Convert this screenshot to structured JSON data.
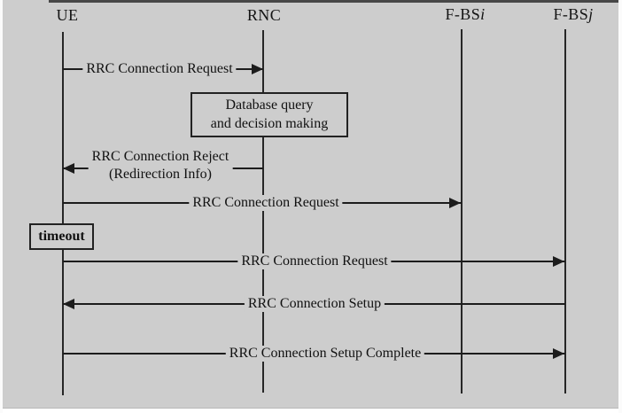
{
  "figure": {
    "type": "sequence-diagram",
    "colors": {
      "background": "#cdcdcd",
      "line": "#1c1c1c",
      "text": "#111111",
      "frame_top": "#474747"
    },
    "actors": [
      {
        "label": "UE",
        "suffix": ""
      },
      {
        "label": "RNC",
        "suffix": ""
      },
      {
        "label": "F-BS",
        "suffix": "i"
      },
      {
        "label": "F-BS",
        "suffix": "j"
      }
    ],
    "messages": [
      {
        "label": "RRC Connection Request",
        "from": "UE",
        "to": "RNC",
        "direction": "right"
      },
      {
        "label": "RRC Connection Reject",
        "label2": "(Redirection Info)",
        "from": "RNC",
        "to": "UE",
        "direction": "left"
      },
      {
        "label": "RRC Connection Request",
        "from": "UE",
        "to": "F-BSi",
        "direction": "right"
      },
      {
        "label": "RRC Connection Request",
        "from": "UE",
        "to": "F-BSj",
        "direction": "right"
      },
      {
        "label": "RRC Connection Setup",
        "from": "F-BSj",
        "to": "UE",
        "direction": "left"
      },
      {
        "label": "RRC Connection Setup Complete",
        "from": "UE",
        "to": "F-BSj",
        "direction": "right"
      }
    ],
    "process_box": {
      "line1": "Database query",
      "line2": "and decision making"
    },
    "timeout_box": {
      "label": "timeout"
    }
  }
}
